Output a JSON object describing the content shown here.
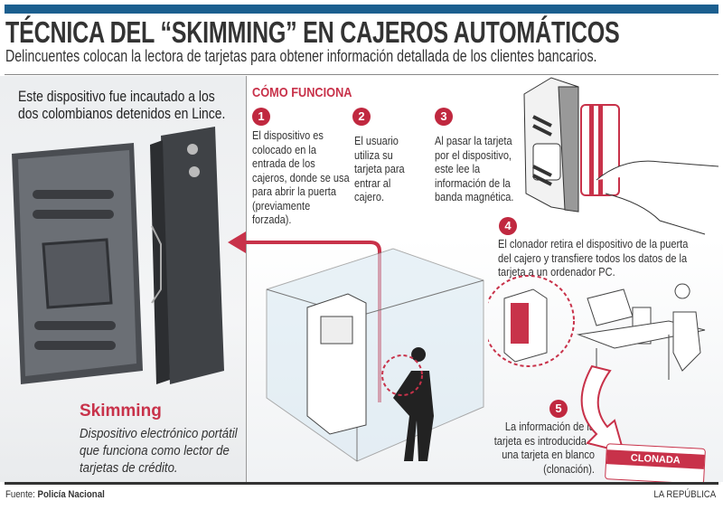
{
  "header": {
    "title": "TÉCNICA DEL “SKIMMING” EN CAJEROS AUTOMÁTICOS",
    "subtitle": "Delincuentes colocan la lectora de tarjetas para obtener información detallada de los clientes bancarios."
  },
  "left_panel": {
    "caption": "Este dispositivo fue incautado a los dos colombianos detenidos en Lince.",
    "term": "Skimming",
    "definition": "Dispositivo electrónico portátil que funciona como lector de tarjetas de crédito."
  },
  "how_it_works": {
    "heading": "CÓMO FUNCIONA",
    "steps": [
      {
        "number": "1",
        "text": "El dispositivo es colocado en la entrada de los cajeros, donde se usa para abrir la puerta (previamente forzada)."
      },
      {
        "number": "2",
        "text": "El usuario utiliza su tarjeta para entrar al cajero."
      },
      {
        "number": "3",
        "text": "Al pasar la tarjeta por el dispositivo, este lee la información de la banda magnética."
      },
      {
        "number": "4",
        "text": "El clonador retira el dispositivo de la puerta del cajero y transfiere todos los datos de la tarjeta a un ordenador PC."
      },
      {
        "number": "5",
        "text": "La información de la tarjeta es introducida a una tarjeta en blanco (clonación)."
      }
    ]
  },
  "card_label": "CLONADA",
  "footer": {
    "source_label": "Fuente:",
    "source": "Policía Nacional",
    "brand": "LA REPÚBLICA"
  },
  "colors": {
    "accent": "#c0283f",
    "bar": "#1b5f8f"
  }
}
